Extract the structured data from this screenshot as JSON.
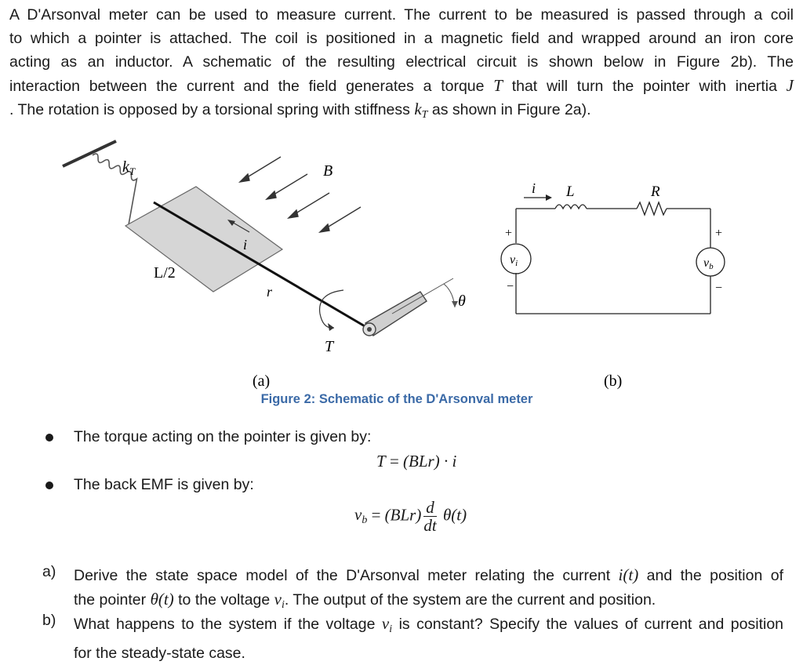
{
  "intro": {
    "line1": "A D'Arsonval meter can be used to measure current. The current to be measured is passed through a coil",
    "line2": "to which a pointer is attached. The coil is positioned in a magnetic field and wrapped around an iron core",
    "line3": "acting as an inductor. A schematic of the resulting electrical circuit is shown below in Figure 2b). The",
    "line4_a": "interaction between the current and the field generates a torque",
    "line4_var": "T",
    "line4_b": "that will turn the pointer with inertia",
    "line4_var2": "J",
    "line5_a": ". The rotation is opposed by a torsional spring with stiffness",
    "line5_var": "k",
    "line5_sub": "T",
    "line5_b": "as shown in Figure 2a)."
  },
  "figure_a": {
    "spring_label": "k",
    "spring_label_sub": "T",
    "field_label": "B",
    "current_label": "i",
    "length_label": "L/2",
    "radius_label": "r",
    "torque_label": "T",
    "angle_label": "θ",
    "panel_label": "(a)"
  },
  "figure_b": {
    "current_label": "i",
    "inductor_label": "L",
    "resistor_label": "R",
    "source_label": "v",
    "source_sub": "i",
    "back_emf_label": "v",
    "back_emf_sub": "b",
    "plus": "+",
    "minus": "−",
    "panel_label": "(b)"
  },
  "caption": "Figure 2: Schematic of the D'Arsonval meter",
  "bullets": [
    {
      "text": "The torque acting on the pointer is given by:"
    },
    {
      "text": "The back EMF is given by:"
    }
  ],
  "eq1": {
    "lhs": "T",
    "eq": " = ",
    "rhs": "(BLr) · i"
  },
  "eq2": {
    "lhs": "v",
    "lhs_sub": "b",
    "eq": " = ",
    "coef": "(BLr)",
    "num": "d",
    "den": "dt",
    "rhs": "θ(t)"
  },
  "questions": [
    {
      "label": "a)",
      "line1_a": "Derive the state space model of the D'Arsonval meter relating the current",
      "line1_var": "i(t)",
      "line1_b": "and the position of",
      "line2_a": "the pointer",
      "line2_var": "θ(t)",
      "line2_b": "to the voltage",
      "line2_var2": "v",
      "line2_sub": "i",
      "line2_c": ". The output of the system are the current and position."
    },
    {
      "label": "b)",
      "line1_a": "What happens to the system if the voltage",
      "line1_var": "v",
      "line1_sub": "i",
      "line1_b": "is constant? Specify the values of current and position",
      "line2": "for the steady-state case."
    }
  ]
}
